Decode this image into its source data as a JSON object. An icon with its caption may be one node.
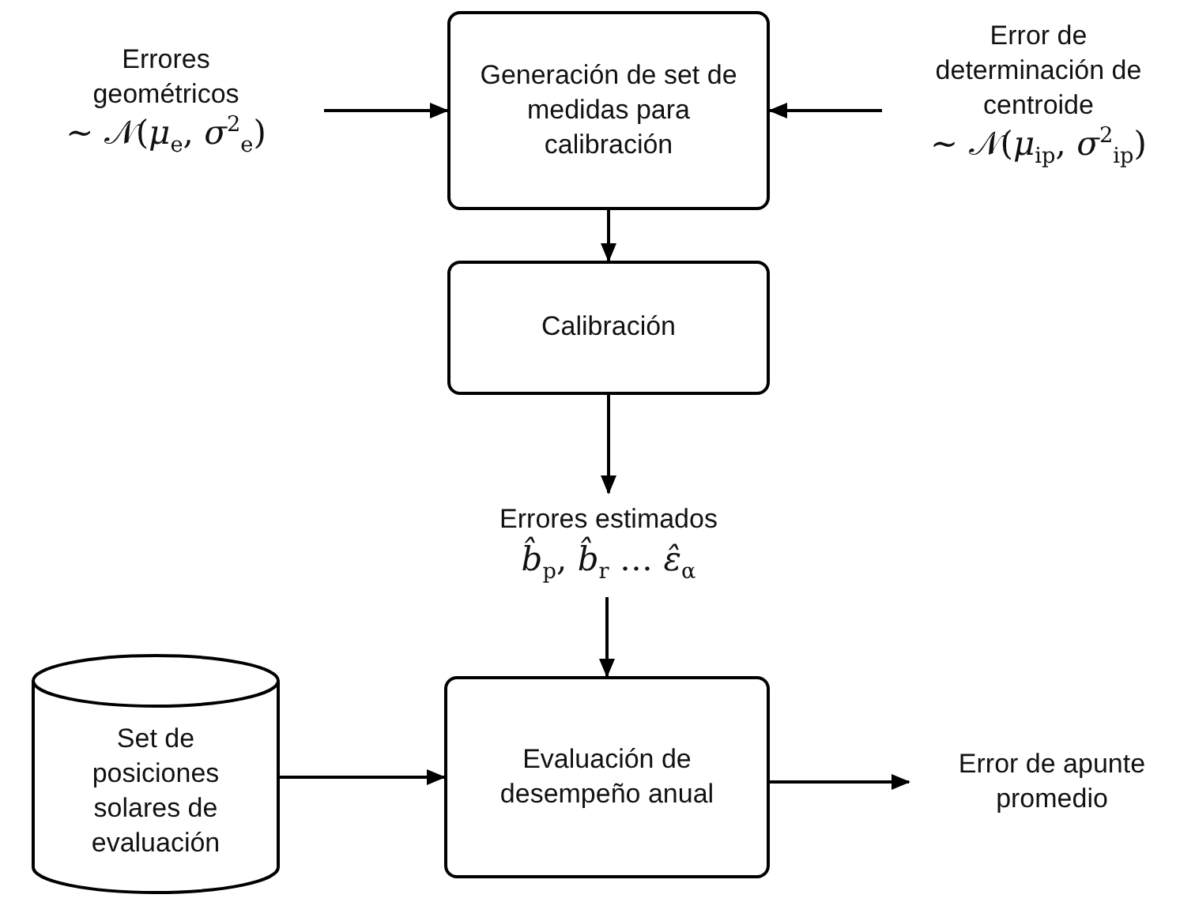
{
  "diagram": {
    "nodes": [
      {
        "text": [
          "Errores geométricos",
          "∼ 𝒩(*μ*$_{e}$, *σ*$^{2}$$_{e}$)"
        ]
      },
      {
        "text": [
          "Generación de set de medidas para calibración"
        ]
      },
      {
        "text": [
          "Error de determinación de centroide",
          "∼ 𝒩(*μ*$_{ip}$, *σ*$^{2}$$_{ip}$)"
        ]
      },
      {
        "text": [
          "Calibración"
        ]
      },
      {
        "text": [
          "Errores estimados",
          "*b̂*$_{p}$, *b̂*$_{r}$ … *ε̂*$_{α}$"
        ]
      },
      {
        "text": [
          "Set de posiciones solares de evaluación"
        ]
      },
      {
        "text": [
          "Evaluación de desempeño anual"
        ]
      },
      {
        "text": [
          "Error de apunte promedio"
        ]
      }
    ],
    "edges": [
      {
        "from": 0,
        "to": 1,
        "arrow": "to"
      },
      {
        "from": 2,
        "to": 1,
        "arrow": "to"
      },
      {
        "from": 1,
        "to": 3,
        "arrow": "to"
      },
      {
        "from": 3,
        "to": 4,
        "arrow": "to"
      },
      {
        "from": 4,
        "to": 6,
        "arrow": "to"
      },
      {
        "from": 5,
        "to": 6,
        "arrow": "to"
      },
      {
        "from": 6,
        "to": 7,
        "arrow": "to"
      }
    ]
  }
}
